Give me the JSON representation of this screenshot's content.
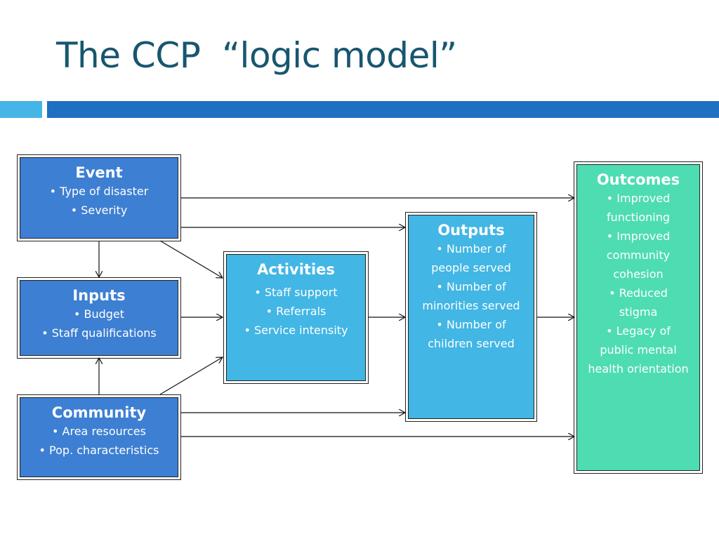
{
  "slide": {
    "title": "The CCP  “logic model”"
  },
  "colors": {
    "title": "#17566f",
    "bar_left": "#45b4e6",
    "bar_right": "#1f6fc2",
    "dark_box": "#3d7fd2",
    "light_box": "#42b6e4",
    "outcomes_box": "#4edcb3",
    "arrow": "#111111"
  },
  "boxes": {
    "event": {
      "heading": "Event",
      "items": [
        "• Type of disaster",
        "• Severity"
      ]
    },
    "inputs": {
      "heading": "Inputs",
      "items": [
        "• Budget",
        "• Staff qualifications"
      ]
    },
    "community": {
      "heading": "Community",
      "items": [
        "• Area resources",
        "• Pop. characteristics"
      ]
    },
    "activities": {
      "heading": "Activities",
      "items": [
        "• Staff support",
        "• Referrals",
        "• Service intensity"
      ]
    },
    "outputs": {
      "heading": "Outputs",
      "items": [
        "• Number of",
        "people served",
        "• Number of",
        "minorities served",
        "• Number of",
        "children served"
      ]
    },
    "outcomes": {
      "heading": "Outcomes",
      "items": [
        "• Improved",
        "functioning",
        "• Improved",
        "community",
        "cohesion",
        "• Reduced",
        "stigma",
        "• Legacy of",
        "public mental",
        "health orientation"
      ]
    }
  }
}
